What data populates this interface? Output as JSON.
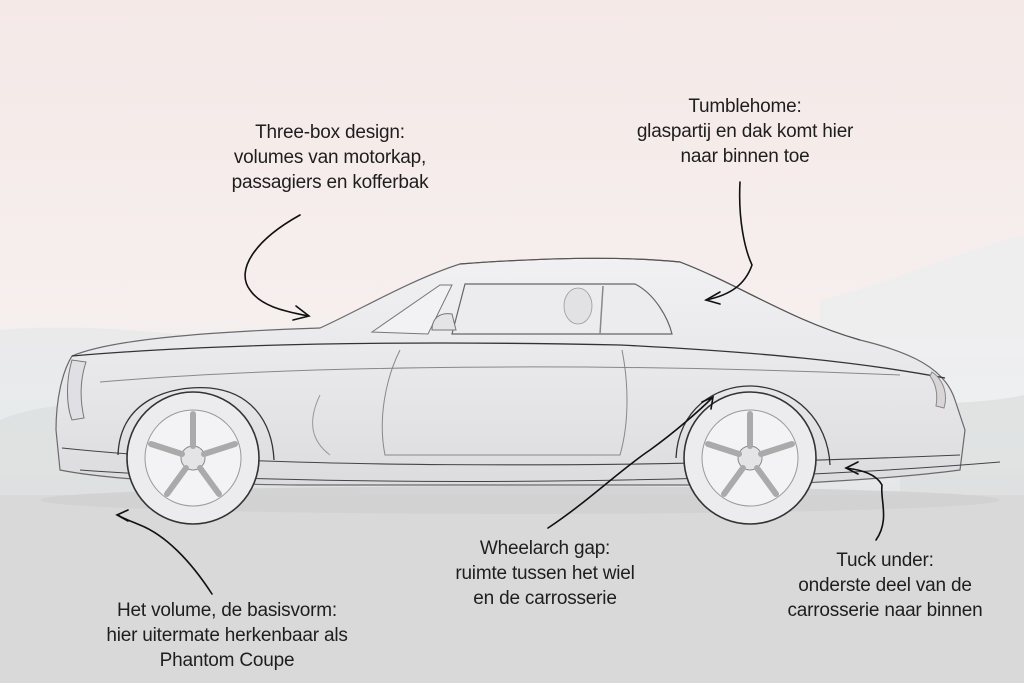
{
  "annotations": {
    "three_box": {
      "title": "Three-box design:",
      "line1": "volumes van motorkap,",
      "line2": "passagiers en kofferbak"
    },
    "tumblehome": {
      "title": "Tumblehome:",
      "line1": "glaspartij en dak komt hier",
      "line2": "naar binnen toe"
    },
    "wheelarch": {
      "title": "Wheelarch gap:",
      "line1": "ruimte tussen het wiel",
      "line2": "en de carrosserie"
    },
    "tuck_under": {
      "title": "Tuck under:",
      "line1": "onderste deel van de",
      "line2": "carrosserie naar binnen"
    },
    "volume": {
      "title": "Het volume, de basisvorm:",
      "line1": "hier uitermate herkenbaar als",
      "line2": "Phantom Coupe"
    }
  },
  "colors": {
    "sky_top": "#f3e8e6",
    "ground": "#d8d8d9",
    "car_body": "#e9e9eb",
    "line": "#222222"
  }
}
